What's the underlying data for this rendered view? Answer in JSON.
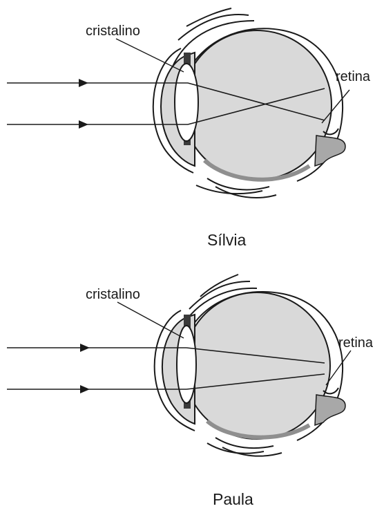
{
  "figures": [
    {
      "caption": "Sílvia",
      "labels": {
        "lens": "cristalino",
        "retina": "retina"
      }
    },
    {
      "caption": "Paula",
      "labels": {
        "lens": "cristalino",
        "retina": "retina"
      }
    }
  ],
  "colors": {
    "eye_fill": "#d9d9d9",
    "stroke": "#1a1a1a",
    "choroid": "#9a9a9a",
    "nerve": "#a8a8a8",
    "background": "#ffffff"
  }
}
